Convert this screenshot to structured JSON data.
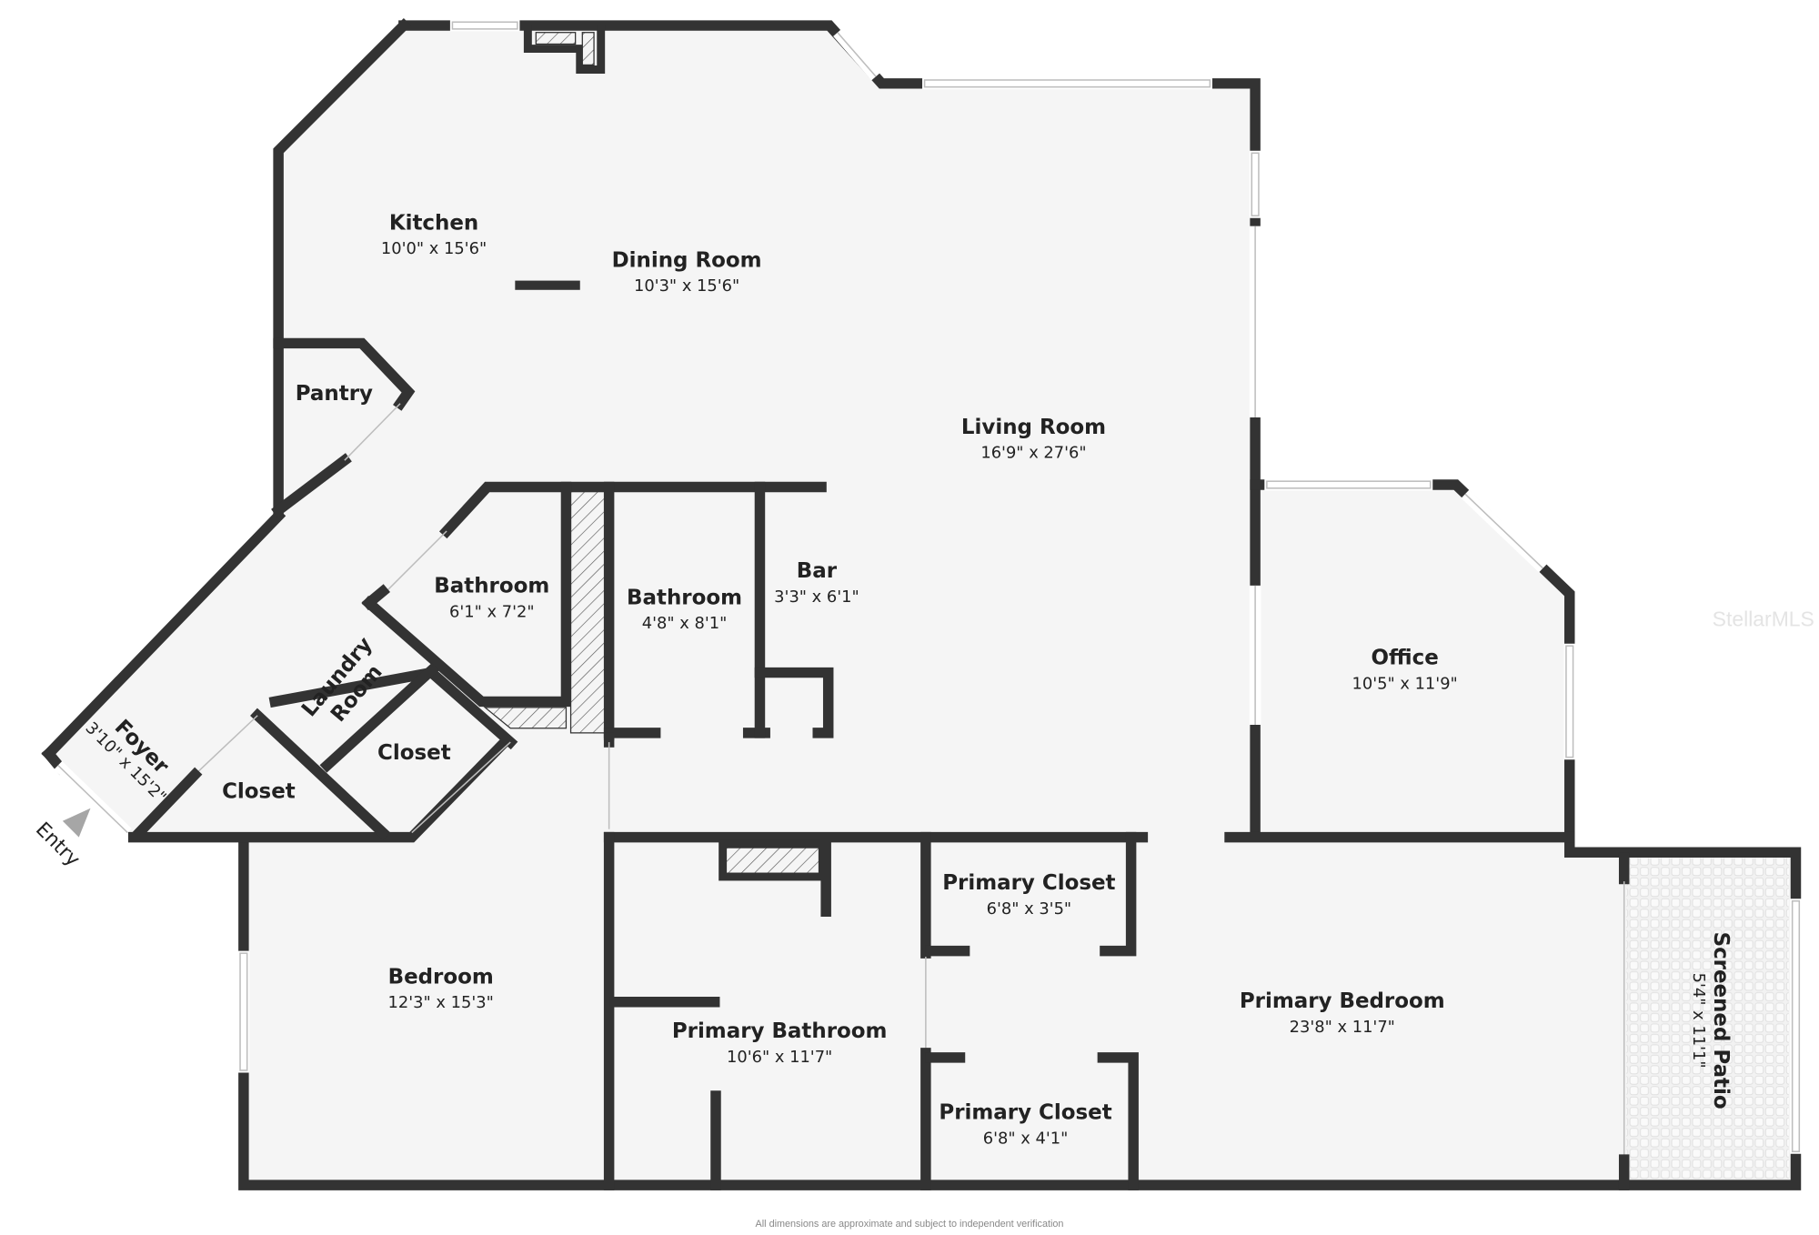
{
  "plan": {
    "rooms": [
      {
        "name": "Kitchen",
        "dim": "10'0\" x 15'6\""
      },
      {
        "name": "Dining Room",
        "dim": "10'3\" x 15'6\""
      },
      {
        "name": "Pantry",
        "dim": ""
      },
      {
        "name": "Living Room",
        "dim": "16'9\" x 27'6\""
      },
      {
        "name": "Bathroom",
        "dim": "6'1\" x 7'2\""
      },
      {
        "name": "Bathroom",
        "dim": "4'8\" x 8'1\""
      },
      {
        "name": "Bar",
        "dim": "3'3\" x 6'1\""
      },
      {
        "name": "Office",
        "dim": "10'5\" x 11'9\""
      },
      {
        "name": "Laundry",
        "dim": "Room"
      },
      {
        "name": "Foyer",
        "dim": "3'10\" x 15'2\""
      },
      {
        "name": "Closet",
        "dim": ""
      },
      {
        "name": "Closet",
        "dim": ""
      },
      {
        "name": "Bedroom",
        "dim": "12'3\" x 15'3\""
      },
      {
        "name": "Primary Bathroom",
        "dim": "10'6\" x 11'7\""
      },
      {
        "name": "Primary Closet",
        "dim": "6'8\" x 3'5\""
      },
      {
        "name": "Primary Closet",
        "dim": "6'8\" x 4'1\""
      },
      {
        "name": "Primary Bedroom",
        "dim": "23'8\" x 11'7\""
      },
      {
        "name": "Screened Patio",
        "dim": "5'4\" x 11'1\""
      }
    ],
    "entry_label": "Entry",
    "footer_note": "All dimensions are approximate and subject to independent verification",
    "watermark": "StellarMLS",
    "colors": {
      "wall": "#333333",
      "floor": "#f5f5f5",
      "background": "#ffffff",
      "entry_arrow": "#a6a6a6"
    }
  }
}
